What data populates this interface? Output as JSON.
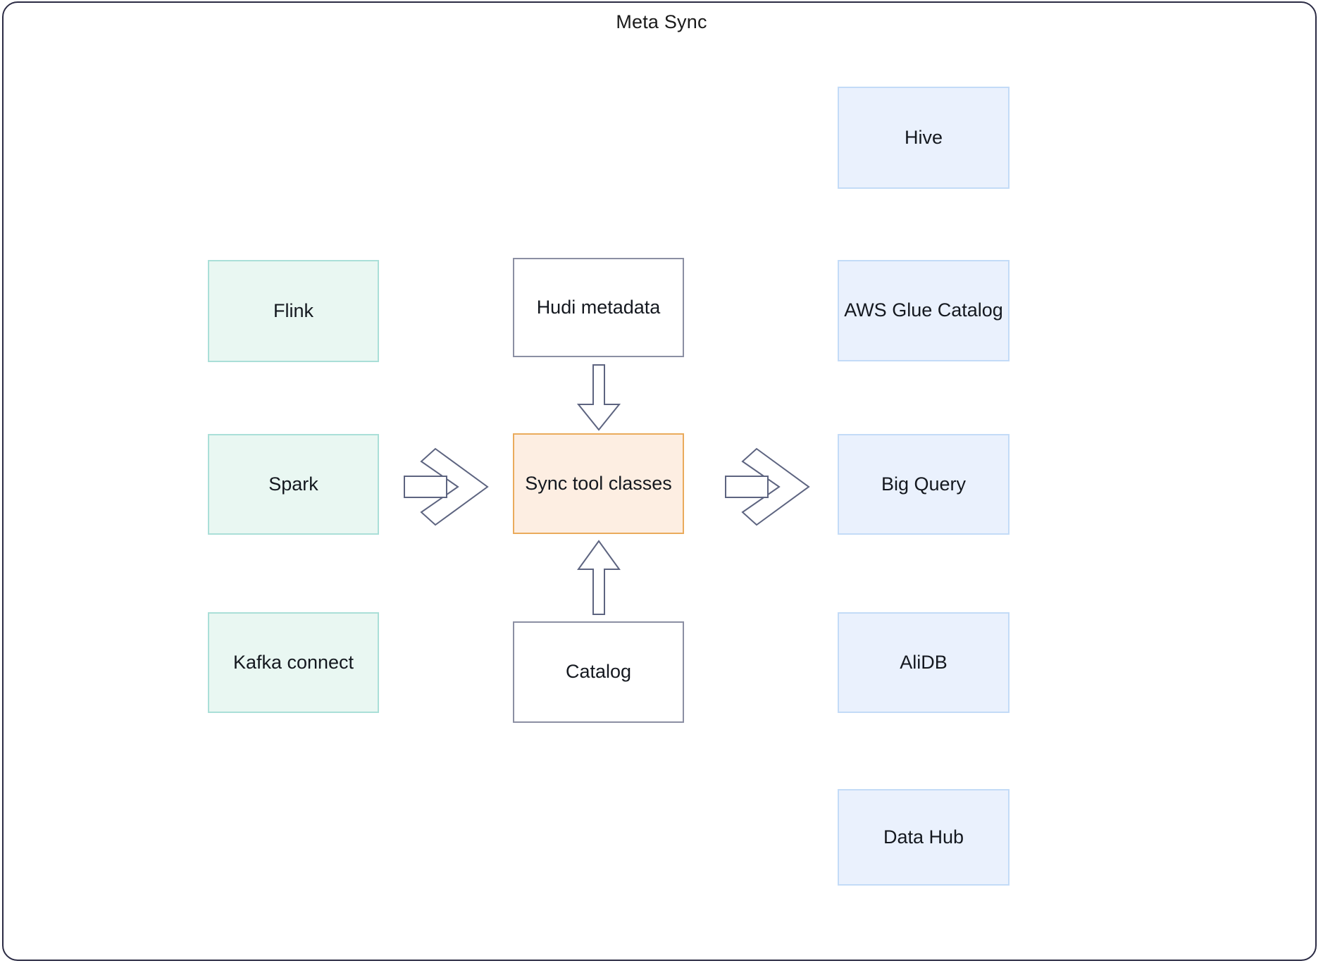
{
  "diagram": {
    "title": "Meta Sync",
    "type": "block-flow-diagram",
    "frame": {
      "border_color": "#2b2b44",
      "background": "#ffffff"
    },
    "colors": {
      "source_fill": "#e9f7f2",
      "source_border": "#aadfd8",
      "plain_fill": "#ffffff",
      "plain_border": "#8b8fa3",
      "accent_fill": "#fdeee2",
      "accent_border": "#eaab5c",
      "target_fill": "#eaf1fd",
      "target_border": "#c3dbf7",
      "arrow_stroke": "#5d6480",
      "text": "#14181f"
    },
    "columns": {
      "sources": {
        "name": "engines",
        "nodes": [
          {
            "id": "flink",
            "label": "Flink"
          },
          {
            "id": "spark",
            "label": "Spark"
          },
          {
            "id": "kafka-connect",
            "label": "Kafka connect"
          }
        ]
      },
      "center": {
        "name": "sync-core",
        "nodes": [
          {
            "id": "hudi-metadata",
            "label": "Hudi metadata"
          },
          {
            "id": "sync-tool-classes",
            "label": "Sync tool classes"
          },
          {
            "id": "catalog",
            "label": "Catalog"
          }
        ]
      },
      "targets": {
        "name": "metastores",
        "nodes": [
          {
            "id": "hive",
            "label": "Hive"
          },
          {
            "id": "aws-glue-catalog",
            "label": "AWS Glue Catalog"
          },
          {
            "id": "big-query",
            "label": "Big Query"
          },
          {
            "id": "alidb",
            "label": "AliDB"
          },
          {
            "id": "data-hub",
            "label": "Data Hub"
          }
        ]
      }
    },
    "arrows": [
      {
        "id": "sources-to-sync",
        "shape": "chevron",
        "direction": "right",
        "from": "engines",
        "to": "sync-tool-classes"
      },
      {
        "id": "sync-to-targets",
        "shape": "chevron",
        "direction": "right",
        "from": "sync-tool-classes",
        "to": "metastores"
      },
      {
        "id": "hudi-to-sync",
        "shape": "block-arrow",
        "direction": "down",
        "from": "hudi-metadata",
        "to": "sync-tool-classes"
      },
      {
        "id": "catalog-to-sync",
        "shape": "block-arrow",
        "direction": "up",
        "from": "catalog",
        "to": "sync-tool-classes"
      }
    ]
  }
}
